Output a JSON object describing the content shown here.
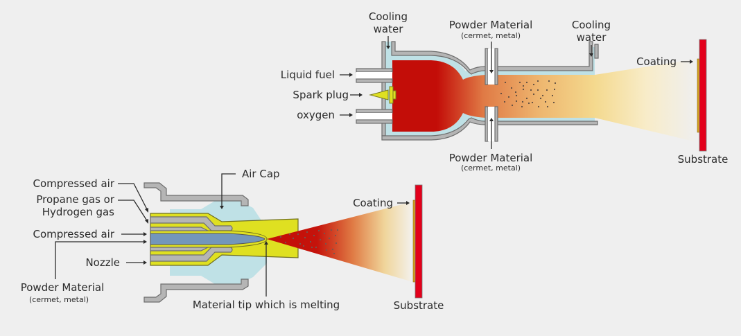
{
  "title": "Thermal spray processes",
  "colors": {
    "background": "#efefef",
    "cooling_water": "#bfe1e6",
    "wall_gray": "#b5b5b5",
    "flame_red": "#c30d08",
    "flame_orange": "#e1894a",
    "flame_yellow": "#f4d98e",
    "nozzle_yellow": "#dfe021",
    "powder_blue": "#7396bb",
    "substrate_red": "#e3001b",
    "coating_gold": "#d9a41f"
  },
  "top_diagram": {
    "cooling_water_left": [
      "Cooling",
      "water"
    ],
    "cooling_water_right": [
      "Cooling",
      "water"
    ],
    "powder_top": "Powder Material",
    "powder_top_sub": "(cermet, metal)",
    "powder_bottom": "Powder Material",
    "powder_bottom_sub": "(cermet, metal)",
    "liquid_fuel": "Liquid fuel",
    "spark_plug": "Spark plug",
    "oxygen": "oxygen",
    "coating": "Coating",
    "substrate": "Substrate"
  },
  "bottom_diagram": {
    "compressed_air_1": "Compressed air",
    "propane_1": "Propane gas or",
    "propane_2": "Hydrogen gas",
    "compressed_air_2": "Compressed air",
    "nozzle": "Nozzle",
    "powder": "Powder Material",
    "powder_sub": "(cermet, metal)",
    "air_cap": "Air Cap",
    "material_tip": "Material tip which is melting",
    "coating": "Coating",
    "substrate": "Substrate"
  }
}
